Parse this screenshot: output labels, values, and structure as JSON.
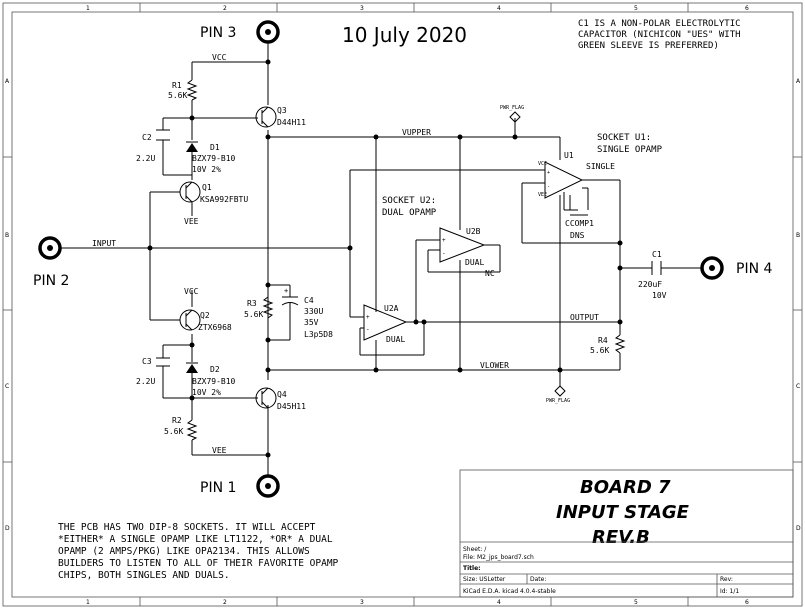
{
  "date": "10 July 2020",
  "note_c1": [
    "C1 IS A NON-POLAR ELECTROLYTIC",
    "CAPACITOR (NICHICON \"UES\" WITH",
    "GREEN SLEEVE IS PREFERRED)"
  ],
  "pins": {
    "pin3": "PIN 3",
    "pin2": "PIN 2",
    "pin1": "PIN 1",
    "pin4": "PIN 4"
  },
  "nets": {
    "vcc": "VCC",
    "vee": "VEE",
    "input": "INPUT",
    "output": "OUTPUT",
    "vupper": "VUPPER",
    "vlower": "VLOWER",
    "pwr_flag": "PWR_FLAG"
  },
  "components": {
    "r1": [
      "R1",
      "5.6K"
    ],
    "r2": [
      "R2",
      "5.6K"
    ],
    "r3": [
      "R3",
      "5.6K"
    ],
    "r4": [
      "R4",
      "5.6K"
    ],
    "c2": [
      "C2",
      "2.2U"
    ],
    "c3": [
      "C3",
      "2.2U"
    ],
    "c4": [
      "C4",
      "330U",
      "35V",
      "L3p5D8"
    ],
    "c1": [
      "C1",
      "220uF",
      "10V"
    ],
    "d1": [
      "D1",
      "BZX79-B10",
      "10V  2%"
    ],
    "d2": [
      "D2",
      "BZX79-B10",
      "10V  2%"
    ],
    "q1": [
      "Q1",
      "KSA992FBTU"
    ],
    "q2": [
      "Q2",
      "ZTX6968"
    ],
    "q3": [
      "Q3",
      "D44H11"
    ],
    "q4": [
      "Q4",
      "D45H11"
    ],
    "u1": [
      "U1",
      "SINGLE"
    ],
    "u2a": [
      "U2A",
      "DUAL"
    ],
    "u2b": [
      "U2B",
      "DUAL",
      "NC"
    ],
    "ccomp": [
      "CCOMP1",
      "DNS"
    ]
  },
  "socket_u1": [
    "SOCKET U1:",
    "SINGLE OPAMP"
  ],
  "socket_u2": [
    "SOCKET U2:",
    "DUAL OPAMP"
  ],
  "board": [
    "BOARD 7",
    "INPUT STAGE",
    "REV.B"
  ],
  "note_pcb": [
    "THE PCB HAS TWO DIP-8 SOCKETS.  IT WILL ACCEPT",
    "*EITHER* A SINGLE OPAMP LIKE LT1122, *OR* A DUAL",
    "OPAMP (2 AMPS/PKG) LIKE OPA2134.  THIS ALLOWS",
    "BUILDERS TO LISTEN TO ALL OF THEIR FAVORITE OPAMP",
    "CHIPS, BOTH SINGLES AND DUALS."
  ],
  "title_block": {
    "sheet": "Sheet: /",
    "file": "File: M2_jps_board7.sch",
    "title": "Title:",
    "size": "Size: USLetter",
    "date": "Date:",
    "rev": "Rev:",
    "kicad": "KiCad E.D.A.  kicad 4.0.4-stable",
    "id": "Id: 1/1"
  },
  "border": {
    "cols": [
      "1",
      "2",
      "3",
      "4",
      "5",
      "6"
    ],
    "rows": [
      "A",
      "B",
      "C",
      "D"
    ]
  }
}
